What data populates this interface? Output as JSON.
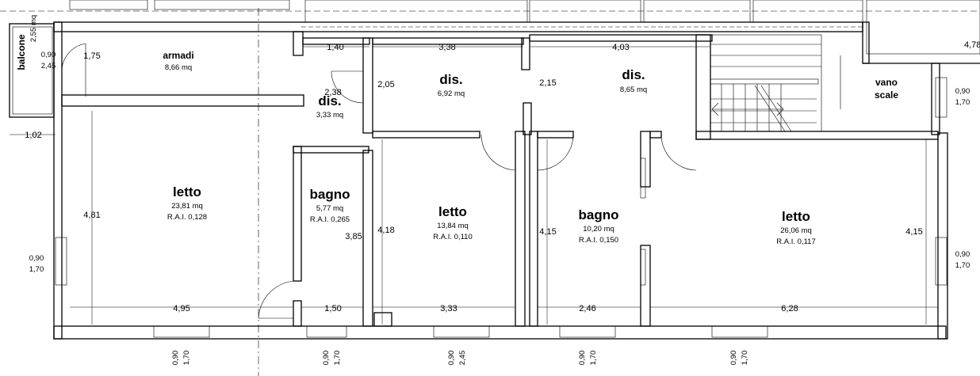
{
  "rooms": {
    "balcone": {
      "name": "balcone",
      "area": "2,55 mq"
    },
    "armadi": {
      "name": "armadi",
      "area": "8,66 mq"
    },
    "dis1": {
      "name": "dis.",
      "area": "3,33 mq"
    },
    "dis2": {
      "name": "dis.",
      "area": "6,92 mq"
    },
    "dis3": {
      "name": "dis.",
      "area": "8,65 mq"
    },
    "vano": {
      "name1": "vano",
      "name2": "scale"
    },
    "letto1": {
      "name": "letto",
      "area": "23,81 mq",
      "rai": "R.A.I. 0,128"
    },
    "bagno1": {
      "name": "bagno",
      "area": "5,77 mq",
      "rai": "R.A.I. 0,265"
    },
    "letto2": {
      "name": "letto",
      "area": "13,84 mq",
      "rai": "R.A.I. 0,110"
    },
    "bagno2": {
      "name": "bagno",
      "area": "10,20 mq",
      "rai": "R.A.I. 0,150"
    },
    "letto3": {
      "name": "letto",
      "area": "26,06 mq",
      "rai": "R.A.I. 0,117"
    }
  },
  "dimensions": {
    "d_1_40": "1,40",
    "d_3_38": "3,38",
    "d_4_03": "4,03",
    "d_4_78": "4,78",
    "d_1_75": "1,75",
    "d_2_38": "2,38",
    "d_2_05": "2,05",
    "d_2_15": "2,15",
    "d_1_02": "1,02",
    "d_4_81": "4,81",
    "d_3_85": "3,85",
    "d_4_18": "4,18",
    "d_4_15a": "4,15",
    "d_4_15b": "4,15",
    "d_4_95": "4,95",
    "d_1_50": "1,50",
    "d_3_33": "3,33",
    "d_2_46": "2,46",
    "d_6_28": "6,28"
  },
  "openings": {
    "balcony_door": {
      "w": "0,90",
      "h": "2,45"
    },
    "left_window": {
      "w": "0,90",
      "h": "1,70"
    },
    "right_window": {
      "w": "0,90",
      "h": "1,70"
    },
    "vano_window": {
      "w": "0,90",
      "h": "1,70"
    },
    "bottom": [
      {
        "w": "0,90",
        "h": "1,70"
      },
      {
        "w": "0,90",
        "h": "1,70"
      },
      {
        "w": "0,90",
        "h": "2,45"
      },
      {
        "w": "0,90",
        "h": "1,70"
      },
      {
        "w": "0,90",
        "h": "1,70"
      }
    ]
  }
}
